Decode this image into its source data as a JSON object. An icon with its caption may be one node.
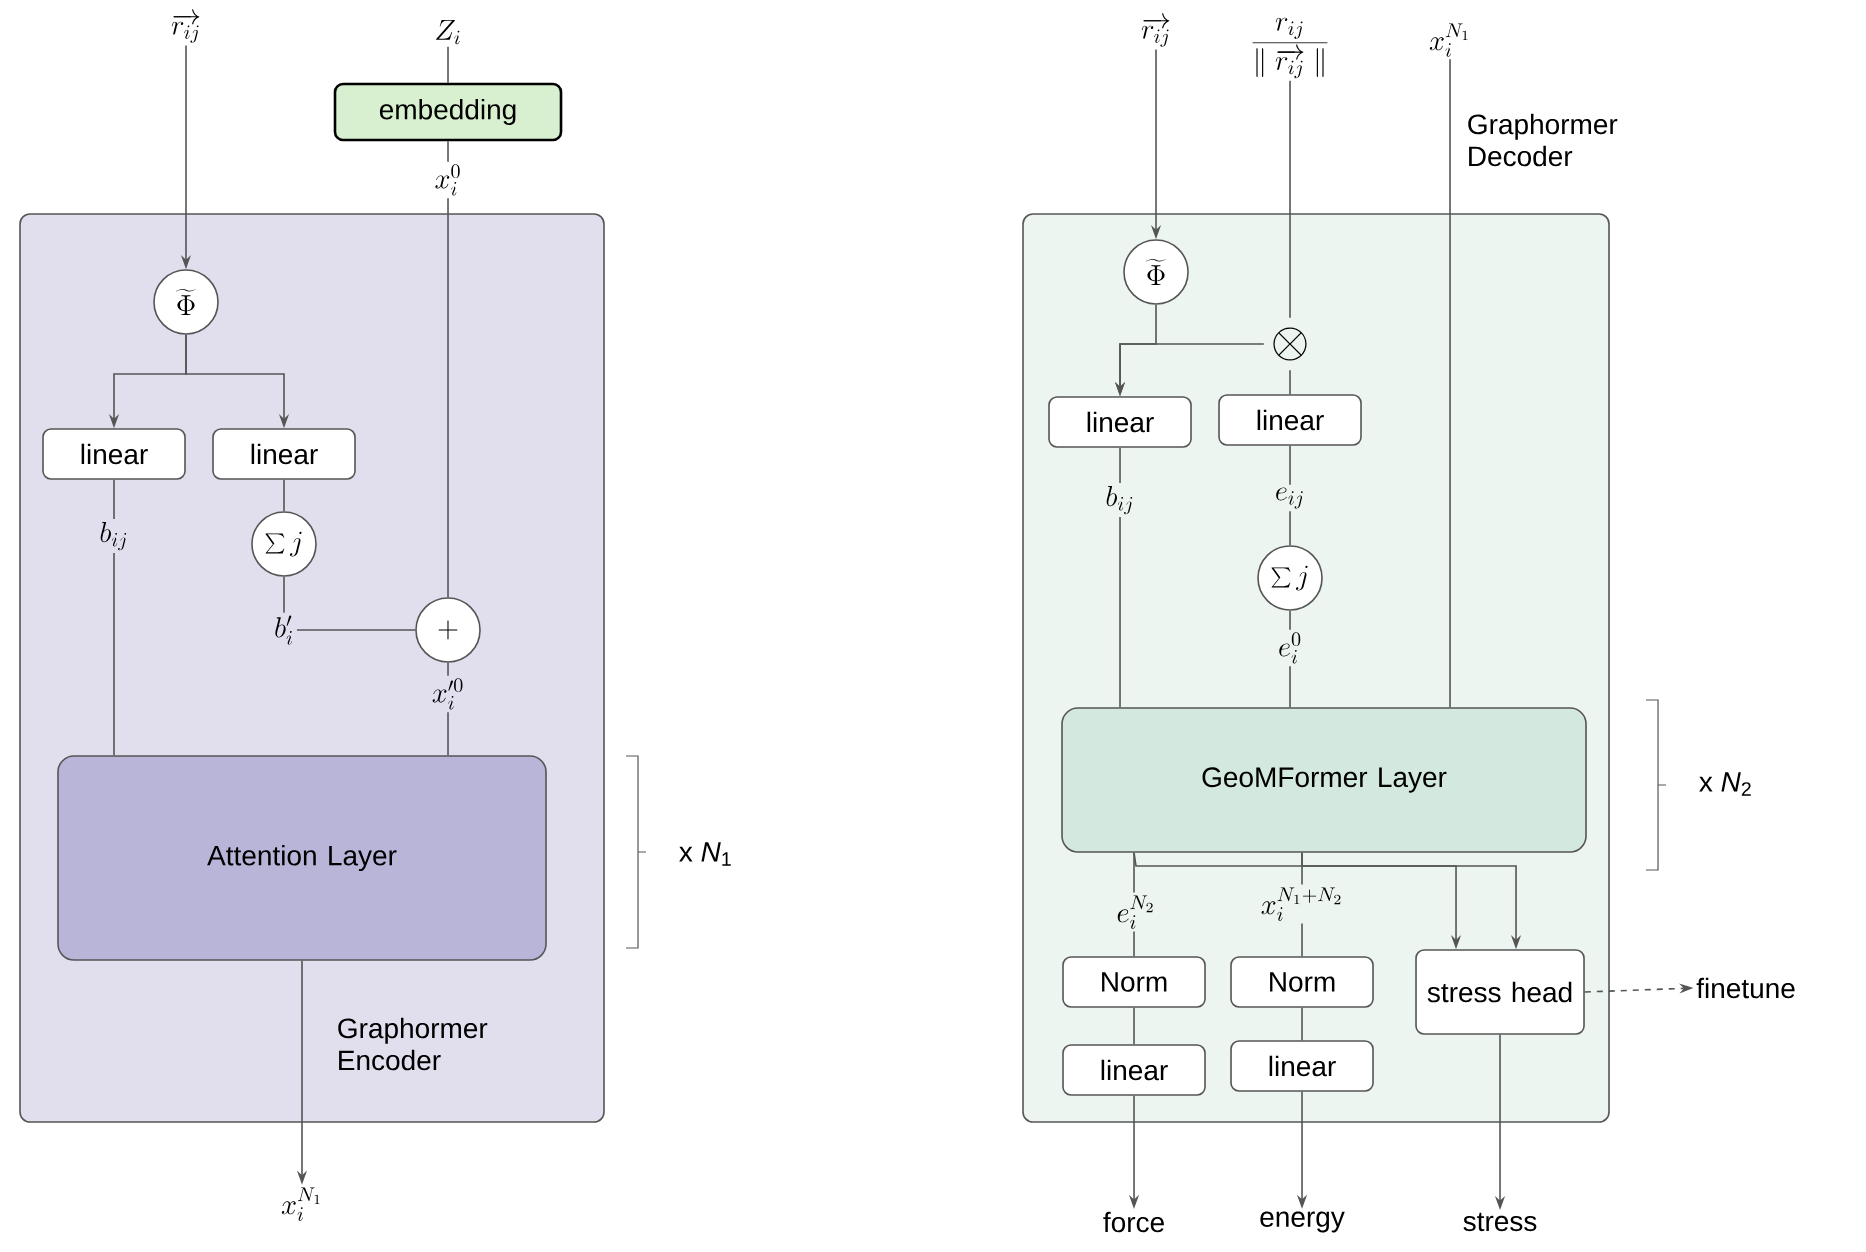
{
  "diagram": {
    "nodes": [
      {
        "text": [
          "Graphormer Encoder"
        ]
      },
      {
        "text": [
          "\\overrightarrow{r_{ij}}"
        ]
      },
      {
        "text": [
          "Z_i"
        ]
      },
      {
        "text": [
          "embedding"
        ]
      },
      {
        "text": [
          "\\widetilde{\\Phi}"
        ],
        "in": 0
      },
      {
        "text": [
          "linear"
        ],
        "in": 0
      },
      {
        "text": [
          "linear"
        ],
        "in": 0
      },
      {
        "text": [
          "\\sum j"
        ],
        "in": 0
      },
      {
        "text": [
          "+"
        ],
        "in": 0
      },
      {
        "text": [
          "Attention Layer"
        ],
        "in": 0
      },
      {
        "text": [
          "x_i^{N_1}"
        ]
      },
      {
        "text": [
          "Graphormer Decoder"
        ]
      },
      {
        "text": [
          "\\overrightarrow{r_{ij}}"
        ]
      },
      {
        "text": [
          "\\frac{r_{ij}}{\\parallel \\overrightarrow{r_{ij}} \\parallel}"
        ]
      },
      {
        "text": [
          "x_i^{N_1}"
        ]
      },
      {
        "text": [
          "\\widetilde{\\Phi}"
        ],
        "in": 11
      },
      {
        "text": [
          "\\otimes"
        ],
        "in": 11
      },
      {
        "text": [
          "linear"
        ],
        "in": 11
      },
      {
        "text": [
          "linear"
        ],
        "in": 11
      },
      {
        "text": [
          "\\sum j"
        ],
        "in": 11
      },
      {
        "text": [
          "GeoMFormer Layer"
        ],
        "in": 11
      },
      {
        "text": [
          "Norm"
        ],
        "in": 11
      },
      {
        "text": [
          "Norm"
        ],
        "in": 11
      },
      {
        "text": [
          "stress head"
        ],
        "in": 11
      },
      {
        "text": [
          "linear"
        ],
        "in": 11
      },
      {
        "text": [
          "linear"
        ],
        "in": 11
      },
      {
        "text": [
          "force"
        ]
      },
      {
        "text": [
          "energy"
        ]
      },
      {
        "text": [
          "stress"
        ]
      },
      {
        "text": [
          "finetune"
        ]
      }
    ],
    "edges": [
      {
        "from": 1,
        "to": 4,
        "arrow": "to"
      },
      {
        "from": 2,
        "to": 3,
        "arrow": "none"
      },
      {
        "from": 3,
        "to": 8,
        "arrow": "none",
        "label": "x_i^0"
      },
      {
        "from": 4,
        "to": 5,
        "arrow": "to"
      },
      {
        "from": 4,
        "to": 6,
        "arrow": "to"
      },
      {
        "from": 6,
        "to": 7,
        "arrow": "none"
      },
      {
        "from": 7,
        "to": 8,
        "arrow": "none",
        "label": "b_i'"
      },
      {
        "from": 5,
        "to": 9,
        "arrow": "none",
        "label": "b_{ij}"
      },
      {
        "from": 8,
        "to": 9,
        "arrow": "none",
        "label": "x_i^{\\prime 0}"
      },
      {
        "from": 9,
        "to": 10,
        "arrow": "to"
      },
      {
        "from": 12,
        "to": 15,
        "arrow": "to"
      },
      {
        "from": 15,
        "to": 17,
        "arrow": "to"
      },
      {
        "from": 16,
        "to": 17,
        "arrow": "to"
      },
      {
        "from": 13,
        "to": 16,
        "arrow": "none"
      },
      {
        "from": 16,
        "to": 18,
        "arrow": "none"
      },
      {
        "from": 18,
        "to": 19,
        "arrow": "none",
        "label": "e_{ij}"
      },
      {
        "from": 17,
        "to": 20,
        "arrow": "none",
        "label": "b_{ij}"
      },
      {
        "from": 19,
        "to": 20,
        "arrow": "none",
        "label": "e_i^0"
      },
      {
        "from": 14,
        "to": 20,
        "arrow": "none"
      },
      {
        "from": 20,
        "to": 21,
        "arrow": "none",
        "label": "e_i^{N_2}"
      },
      {
        "from": 20,
        "to": 22,
        "arrow": "none",
        "label": "x_i^{N_1+N_2}"
      },
      {
        "from": 20,
        "to": 23,
        "arrow": "to"
      },
      {
        "from": 20,
        "to": 23,
        "arrow": "to"
      },
      {
        "from": 21,
        "to": 24,
        "arrow": "none"
      },
      {
        "from": 22,
        "to": 25,
        "arrow": "none"
      },
      {
        "from": 24,
        "to": 26,
        "arrow": "to"
      },
      {
        "from": 25,
        "to": 27,
        "arrow": "to"
      },
      {
        "from": 23,
        "to": 28,
        "arrow": "to"
      },
      {
        "from": 23,
        "to": 29,
        "arrow": "to",
        "style": "dashed"
      }
    ],
    "labels": [
      "x *N*$_{1}$",
      "x *N*$_{2}$"
    ]
  }
}
